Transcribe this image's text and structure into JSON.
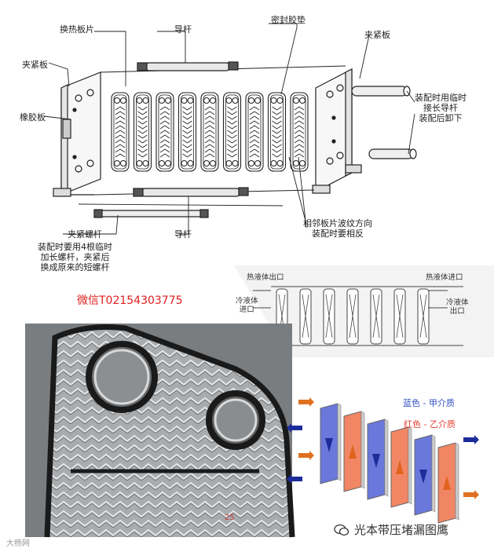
{
  "assembly": {
    "labels": {
      "heat_plate": "换热板片",
      "guide_rod_top": "导杆",
      "gasket": "密封胶垫",
      "clamp_plate_right": "夹紧板",
      "clamp_plate_left": "夹紧板",
      "rubber_plate": "橡胶板",
      "temp_rod_note": "装配时用临时\n接长导杆\n装配后卸下",
      "clamp_bolt": "夹紧螺杆",
      "bolt_note": "装配时要用4根临时\n加长螺杆，夹紧后\n换成原来的短螺杆",
      "guide_rod_bottom": "导杆",
      "corrugation_note": "相邻板片波纹方向\n装配时要相反"
    }
  },
  "contact": {
    "text": "微信T02154303775"
  },
  "flow": {
    "labels": {
      "hot_out": "热液体出口",
      "hot_in": "热液体进口",
      "cold_in": "冷液体\n进口",
      "cold_out": "冷液体\n出口"
    }
  },
  "photo": {
    "stamp": "25"
  },
  "legend": {
    "blue": "蓝色 - 甲介质",
    "red": "红色 - 乙介质",
    "colors": {
      "blue": "#5a6ad8",
      "red": "#f07a55"
    }
  },
  "watermarks": {
    "left": "大杨网",
    "right": "光本带压堵漏图鹰"
  }
}
